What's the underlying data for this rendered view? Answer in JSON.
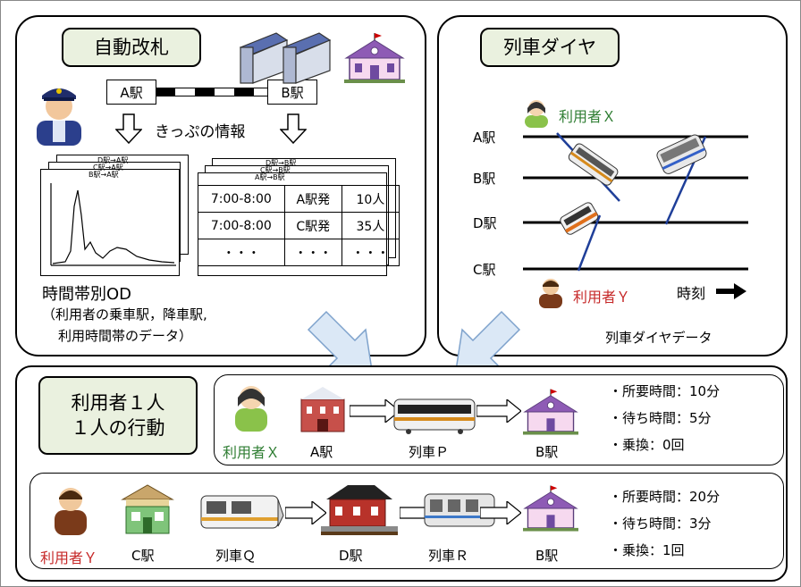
{
  "gate": {
    "title": "自動改札",
    "station_a": "A駅",
    "station_b": "B駅",
    "ticket_info": "きっぷの情報",
    "od_title": "時間帯別OD",
    "od_caption_1": "（利用者の乗車駅，降車駅,",
    "od_caption_2": "利用時間帯のデータ）",
    "chart_stack_labels": [
      "D駅→A駅",
      "C駅→A駅",
      "B駅→A駅"
    ],
    "table_stack_labels": [
      "D駅→B駅",
      "C駅→B駅",
      "A駅→B駅"
    ],
    "table_rows": [
      [
        "7:00-8:00",
        "A駅発",
        "10人"
      ],
      [
        "7:00-8:00",
        "C駅発",
        "35人"
      ],
      [
        "・・・",
        "・・・",
        "・・・"
      ]
    ]
  },
  "diagram": {
    "title": "列車ダイヤ",
    "stations": [
      "A駅",
      "B駅",
      "D駅",
      "C駅"
    ],
    "user_x": "利用者Ｘ",
    "user_y": "利用者Ｙ",
    "time_label": "時刻",
    "caption": "列車ダイヤデータ"
  },
  "behavior": {
    "title_line1": "利用者１人",
    "title_line2": "１人の行動",
    "row_x": {
      "user": "利用者Ｘ",
      "station_from": "A駅",
      "train": "列車Ｐ",
      "station_to": "B駅",
      "stats": [
        "・所要時間：10分",
        "・待ち時間：5分",
        "・乗換：0回"
      ]
    },
    "row_y": {
      "user": "利用者Ｙ",
      "station_from": "C駅",
      "train1": "列車Ｑ",
      "station_mid": "D駅",
      "train2": "列車Ｒ",
      "station_to": "B駅",
      "stats": [
        "・所要時間：20分",
        "・待ち時間：3分",
        "・乗換：1回"
      ]
    }
  },
  "colors": {
    "tag_bg": "#eaf1df",
    "user_x": "#2e7d32",
    "user_y": "#c62828",
    "schedule_line": "#1f3f99",
    "arrow_fill": "#dbe8f6"
  }
}
